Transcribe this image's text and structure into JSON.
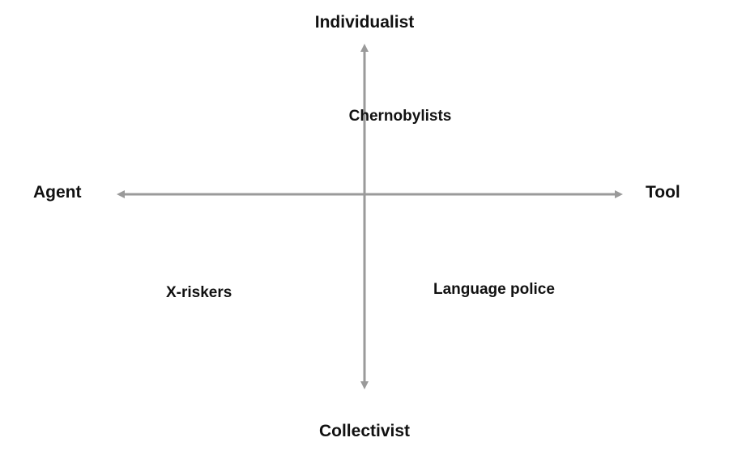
{
  "axes": {
    "top": "Individualist",
    "bottom": "Collectivist",
    "left": "Agent",
    "right": "Tool",
    "color": "#9a9a9a"
  },
  "quadrants": {
    "top_center": "Chernobylists",
    "bottom_left": "X-riskers",
    "bottom_right": "Language police"
  }
}
